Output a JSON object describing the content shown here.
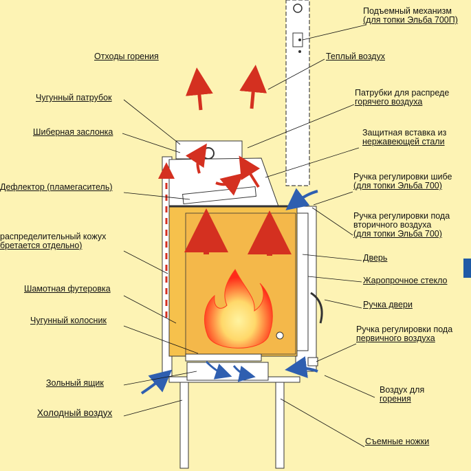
{
  "colors": {
    "background": "#fdf3b4",
    "lining": "#f5c24e",
    "metal": "#ffffff",
    "line": "#333333",
    "hot_arrow": "#d43020",
    "cold_arrow": "#2f5fb0",
    "flame_core": "#ffe27a",
    "flame_outer": "#ff3a1c",
    "badge": "#1f5aa6"
  },
  "labels": {
    "lift": [
      "Подъемный механизм",
      "(для топки Эльба 700П)"
    ],
    "combustion_waste": [
      "Отходы горения"
    ],
    "warm_air": [
      "Теплый воздух"
    ],
    "cast_pipe": [
      "Чугунный патрубок"
    ],
    "distribution_pipes": [
      "Патрубки для распреде",
      "горячего воздуха"
    ],
    "damper": [
      "Шиберная заслонка"
    ],
    "stainless_insert": [
      "Защитная вставка из",
      "нержавеющей стали"
    ],
    "gate_handle": [
      "Ручка регулировки шибе",
      "(для топки Эльба 700)"
    ],
    "deflector": [
      "Дефлектор (пламегаситель)"
    ],
    "secondary_air_handle": [
      "Ручка регулировки пода",
      "вторичного воздуха",
      "(для топки Эльба 700)"
    ],
    "casing": [
      "распределительный кожух",
      "бретается отдельно)"
    ],
    "door": [
      "Дверь"
    ],
    "glass": [
      "Жаропрочное стекло"
    ],
    "chamotte": [
      "Шамотная футеровка"
    ],
    "door_handle": [
      "Ручка двери"
    ],
    "grate": [
      "Чугунный колосник"
    ],
    "primary_air_handle": [
      "Ручка регулировки пода",
      "первичного воздуха"
    ],
    "ash_box": [
      "Зольный ящик"
    ],
    "combustion_air": [
      "Воздух для",
      "горения"
    ],
    "cold_air": [
      "Холодный воздух"
    ],
    "legs": [
      "Съемные ножки"
    ]
  }
}
